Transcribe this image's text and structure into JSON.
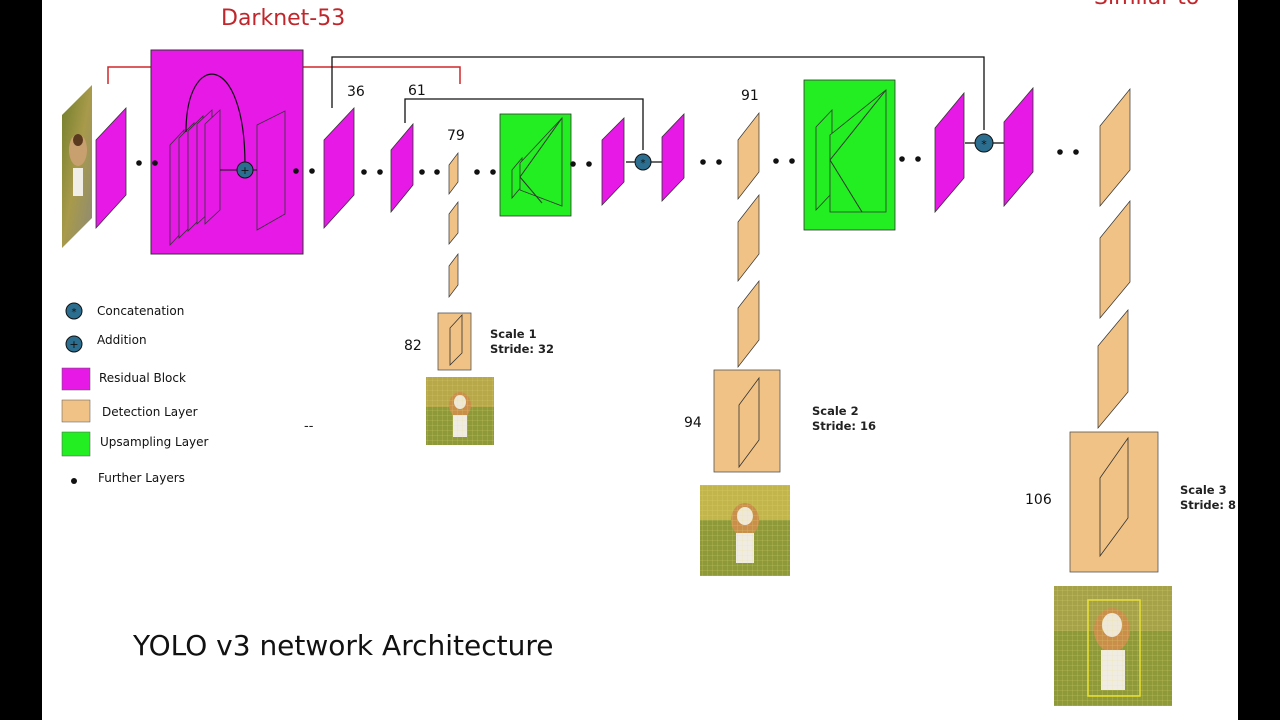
{
  "header": {
    "darknet_label": "Darknet-53",
    "corner_text": "Similar to"
  },
  "layer_numbers": {
    "l36": "36",
    "l61": "61",
    "l79": "79",
    "l82": "82",
    "l91": "91",
    "l94": "94",
    "l106": "106"
  },
  "scales": [
    {
      "label": "Scale 1",
      "stride": "Stride: 32"
    },
    {
      "label": "Scale 2",
      "stride": "Stride: 16"
    },
    {
      "label": "Scale 3",
      "stride": "Stride: 8"
    }
  ],
  "legend": {
    "concatenation": "Concatenation",
    "addition": "Addition",
    "residual_block": "Residual Block",
    "detection_layer": "Detection Layer",
    "upsampling_layer": "Upsampling Layer",
    "further_layers": "Further Layers"
  },
  "stray_mark": "--",
  "title": "YOLO v3 network Architecture",
  "colors": {
    "residual": "#e619e6",
    "detection": "#f0c286",
    "upsampling": "#22ee22",
    "node": "#2b6e8f",
    "header_red": "#c0262b"
  }
}
